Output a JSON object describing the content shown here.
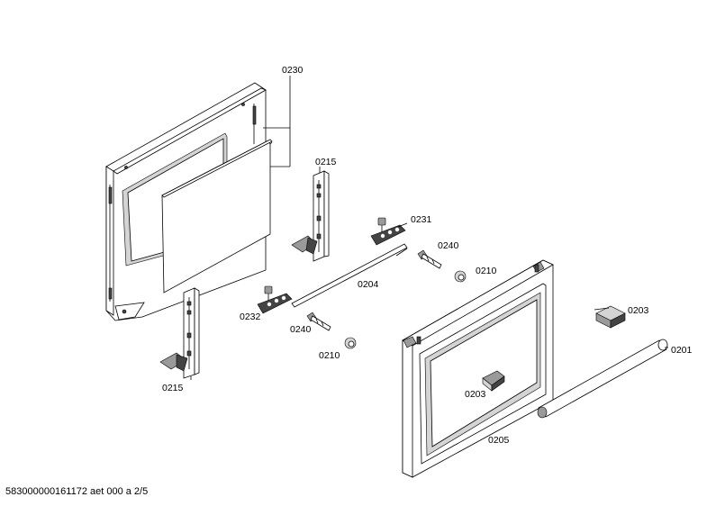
{
  "labels": {
    "p0230": "0230",
    "p0215_top": "0215",
    "p0231": "0231",
    "p0240_top": "0240",
    "p0210_top": "0210",
    "p0204": "0204",
    "p0232": "0232",
    "p0240_bottom": "0240",
    "p0210_bottom": "0210",
    "p0215_bottom": "0215",
    "p0203_right": "0203",
    "p0203_inner": "0203",
    "p0201": "0201",
    "p0205": "0205"
  },
  "footer": {
    "text": "583000000161172 aet 000 a 2/5"
  }
}
